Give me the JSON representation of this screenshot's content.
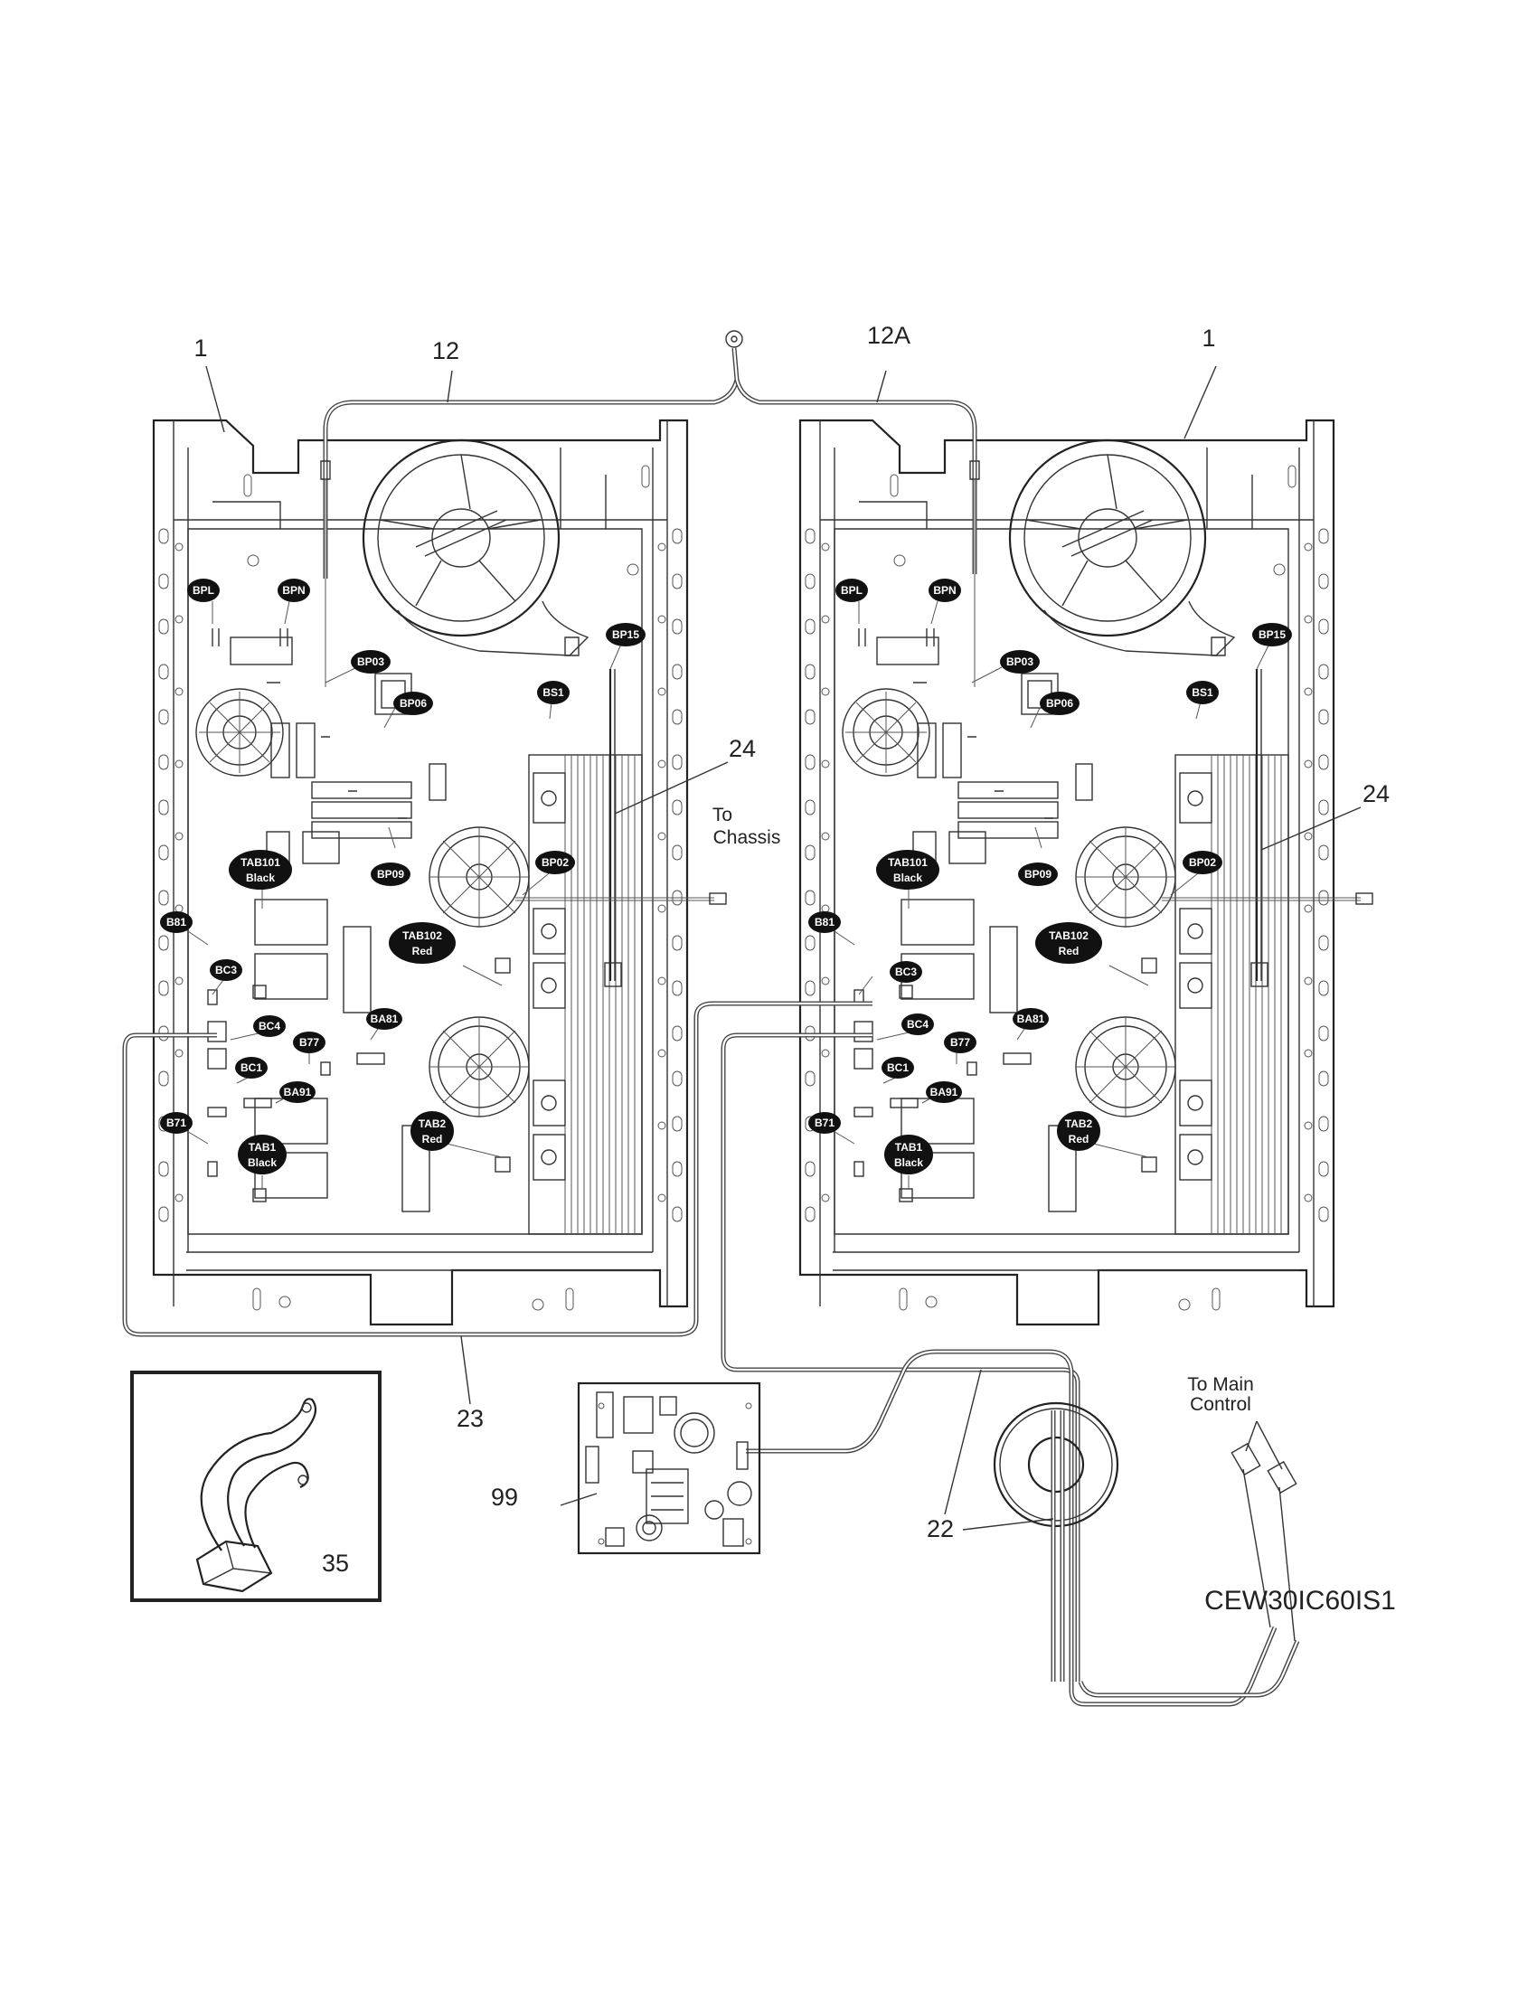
{
  "callouts": {
    "board_left": "1",
    "board_right": "1",
    "ground_wire_left": "12",
    "ground_wire_right": "12A",
    "ribbon_left": "24",
    "ribbon_right": "24",
    "harness_lower": "23",
    "harness_main": "22",
    "filter_board": "99",
    "clip": "35"
  },
  "notes": {
    "to_chassis_line1": "To",
    "to_chassis_line2": "Chassis",
    "to_main_control_line1": "To Main",
    "to_main_control_line2": "Control"
  },
  "connector_labels": {
    "bpl": "BPL",
    "bpn": "BPN",
    "bp03": "BP03",
    "bp06": "BP06",
    "bp15": "BP15",
    "bs1": "BS1",
    "bp09": "BP09",
    "bp02": "BP02",
    "tab101": "TAB101",
    "tab101_color": "Black",
    "tab102": "TAB102",
    "tab102_color": "Red",
    "b81": "B81",
    "bc3": "BC3",
    "bc4": "BC4",
    "b77": "B77",
    "ba81": "BA81",
    "bc1": "BC1",
    "ba91": "BA91",
    "b71": "B71",
    "tab1": "TAB1",
    "tab1_color": "Black",
    "tab2": "TAB2",
    "tab2_color": "Red"
  },
  "model_code": "CEW30IC60IS1"
}
